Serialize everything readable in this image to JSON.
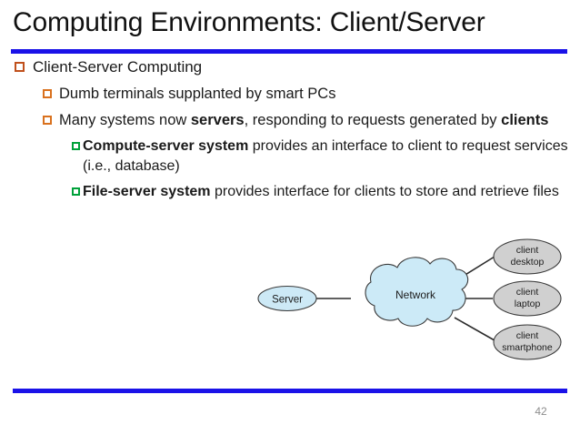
{
  "slide": {
    "title": "Computing Environments: Client/Server",
    "page_number": "42",
    "accent_color": "#1A12E8",
    "bullet_colors": {
      "level1": "#C0501C",
      "level2": "#D9711E",
      "level3": "#00A13A"
    }
  },
  "bullets": {
    "b1": {
      "text": "Client-Server Computing"
    },
    "b2": {
      "text": "Dumb terminals supplanted by smart PCs"
    },
    "b3": {
      "pre": "Many systems now ",
      "strong1": "servers",
      "mid": ", responding to requests generated by ",
      "strong2": "clients"
    },
    "b4": {
      "strong": "Compute-server system",
      "rest": " provides an interface to client to request services (i.e., database)"
    },
    "b5": {
      "strong": "File-server system",
      "rest": " provides interface for clients to store and retrieve files"
    }
  },
  "diagram": {
    "server_label": "Server",
    "network_label": "Network",
    "clients": [
      {
        "line1": "client",
        "line2": "desktop"
      },
      {
        "line1": "client",
        "line2": "laptop"
      },
      {
        "line1": "client",
        "line2": "smartphone"
      }
    ],
    "colors": {
      "server_fill": "#CDE9F6",
      "network_fill": "#CCEAF7",
      "client_fill": "#D0D0D0",
      "stroke": "#3a3a3a"
    }
  }
}
